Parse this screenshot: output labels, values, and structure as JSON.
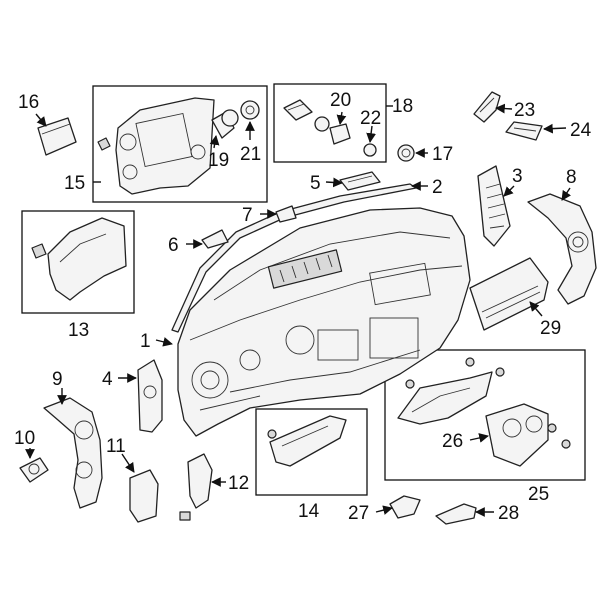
{
  "labels": {
    "p1": "1",
    "p2": "2",
    "p3": "3",
    "p4": "4",
    "p5": "5",
    "p6": "6",
    "p7": "7",
    "p8": "8",
    "p9": "9",
    "p10": "10",
    "p11": "11",
    "p12": "12",
    "p13": "13",
    "p14": "14",
    "p15": "15",
    "p16": "16",
    "p17": "17",
    "p18": "18",
    "p19": "19",
    "p20": "20",
    "p21": "21",
    "p22": "22",
    "p23": "23",
    "p24": "24",
    "p25": "25",
    "p26": "26",
    "p27": "27",
    "p28": "28",
    "p29": "29"
  }
}
